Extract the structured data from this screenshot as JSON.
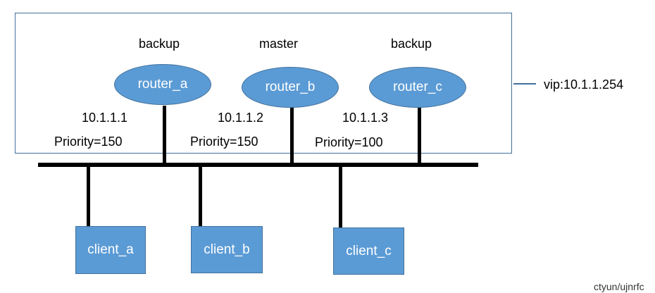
{
  "vip_label": "vip:10.1.1.254",
  "routers": [
    {
      "name": "router_a",
      "role": "backup",
      "ip": "10.1.1.1",
      "priority": "Priority=150"
    },
    {
      "name": "router_b",
      "role": "master",
      "ip": "10.1.1.2",
      "priority": "Priority=150"
    },
    {
      "name": "router_c",
      "role": "backup",
      "ip": "10.1.1.3",
      "priority": "Priority=100"
    }
  ],
  "clients": [
    {
      "name": "client_a"
    },
    {
      "name": "client_b"
    },
    {
      "name": "client_c"
    }
  ],
  "watermark": "ctyun/ujnrfc",
  "colors": {
    "node_fill": "#5b9bd5",
    "node_border": "#41719c",
    "bus": "#000000"
  }
}
